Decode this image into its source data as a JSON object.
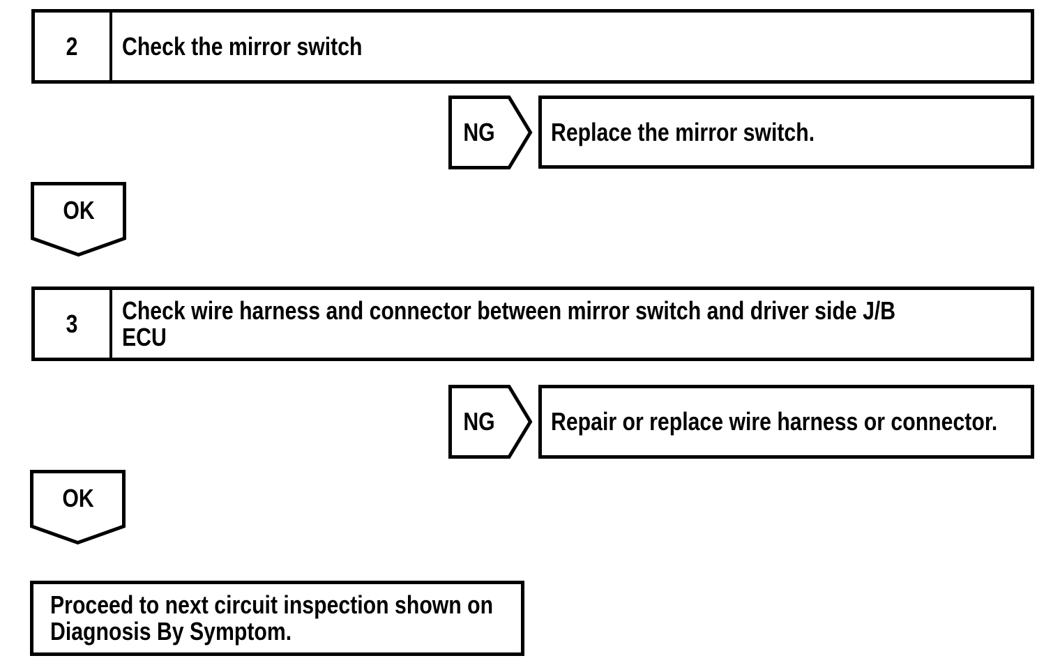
{
  "colors": {
    "ink": "#000000",
    "paper": "#ffffff"
  },
  "flowchart": {
    "steps": [
      {
        "number": "2",
        "title_lines": [
          "Check the mirror switch"
        ],
        "ng": {
          "label": "NG",
          "action": "Replace the mirror switch."
        },
        "ok": {
          "label": "OK"
        }
      },
      {
        "number": "3",
        "title_lines": [
          "Check wire harness and connector between mirror switch and driver side J/B",
          "ECU"
        ],
        "ng": {
          "label": "NG",
          "action": "Repair or replace wire harness or connector."
        },
        "ok": {
          "label": "OK"
        }
      }
    ],
    "terminal": {
      "lines": [
        "Proceed to next circuit inspection shown on",
        "Diagnosis By Symptom."
      ]
    }
  }
}
